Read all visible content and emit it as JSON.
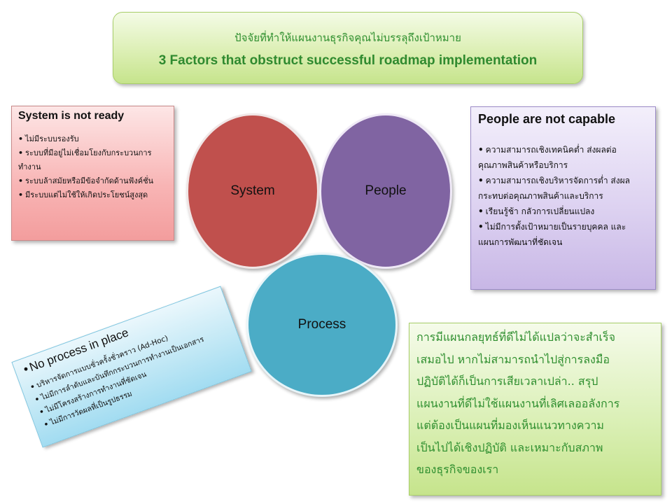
{
  "title": {
    "thai": "ปัจจัยที่ทำให้แผนงานธุรกิจคุณไม่บรรลุถึงเป้าหมาย",
    "english": "3 Factors that obstruct successful roadmap implementation"
  },
  "system_box": {
    "heading": "System is not ready",
    "items": [
      "ไม่มีระบบรองรับ",
      "ระบบที่มีอยู่ไม่เชื่อมโยงกับกระบวนการ",
      "ทำงาน",
      "ระบบล้าสมัยหรือมีข้อจำกัดด้านฟังค์ชั่น",
      "มีระบบแต่ไม่ใช้ให้เกิดประโยชน์สูงสุด"
    ]
  },
  "people_box": {
    "heading": "People are not capable",
    "items": [
      "ความสามารถเชิงเทคนิคต่ำ ส่งผลต่อ",
      "คุณภาพสินค้าหรือบริการ",
      "ความสามารถเชิงบริหารจัดการต่ำ ส่งผล",
      "กระทบต่อคุณภาพสินค้าและบริการ",
      "เรียนรู้ช้า กลัวการเปลี่ยนแปลง",
      "ไม่มีการตั้งเป้าหมายเป็นรายบุคคล และ",
      "แผนการพัฒนาที่ชัดเจน"
    ]
  },
  "process_box": {
    "heading": "No process in place",
    "items": [
      "บริหารจัดการแบบชั่วครั้งชั่วคราว (Ad-Hoc)",
      "ไม่มีการลำดับและบันทึกกระบวนการทำงานเป็นเอกสาร",
      "ไม่มีโครงสร้างการทำงานที่ชัดเจน",
      "ไม่มีการวัดผลที่เป็นรูปธรรม"
    ]
  },
  "circles": {
    "system": "System",
    "people": "People",
    "process": "Process"
  },
  "note": {
    "lines": [
      "การมีแผนกลยุทธ์ที่ดีไม่ได้แปลว่าจะสำเร็จ",
      "เสมอไป หากไม่สามารถนำไปสู่การลงมือ",
      "ปฏิบัติได้ก็เป็นการเสียเวลาเปล่า.. สรุป",
      "แผนงานที่ดีไม่ใช้แผนงานที่เลิศเลออลังการ",
      "แต่ต้องเป็นแผนที่มองเห็นแนวทางความ",
      "เป็นไปได้เชิงปฏิบัติ และเหมาะกับสภาพ",
      "ของธุรกิจของเรา"
    ]
  },
  "colors": {
    "system_circle": "#c0504d",
    "people_circle": "#8064a2",
    "process_circle": "#4bacc6",
    "title_text": "#2f8a2f"
  }
}
